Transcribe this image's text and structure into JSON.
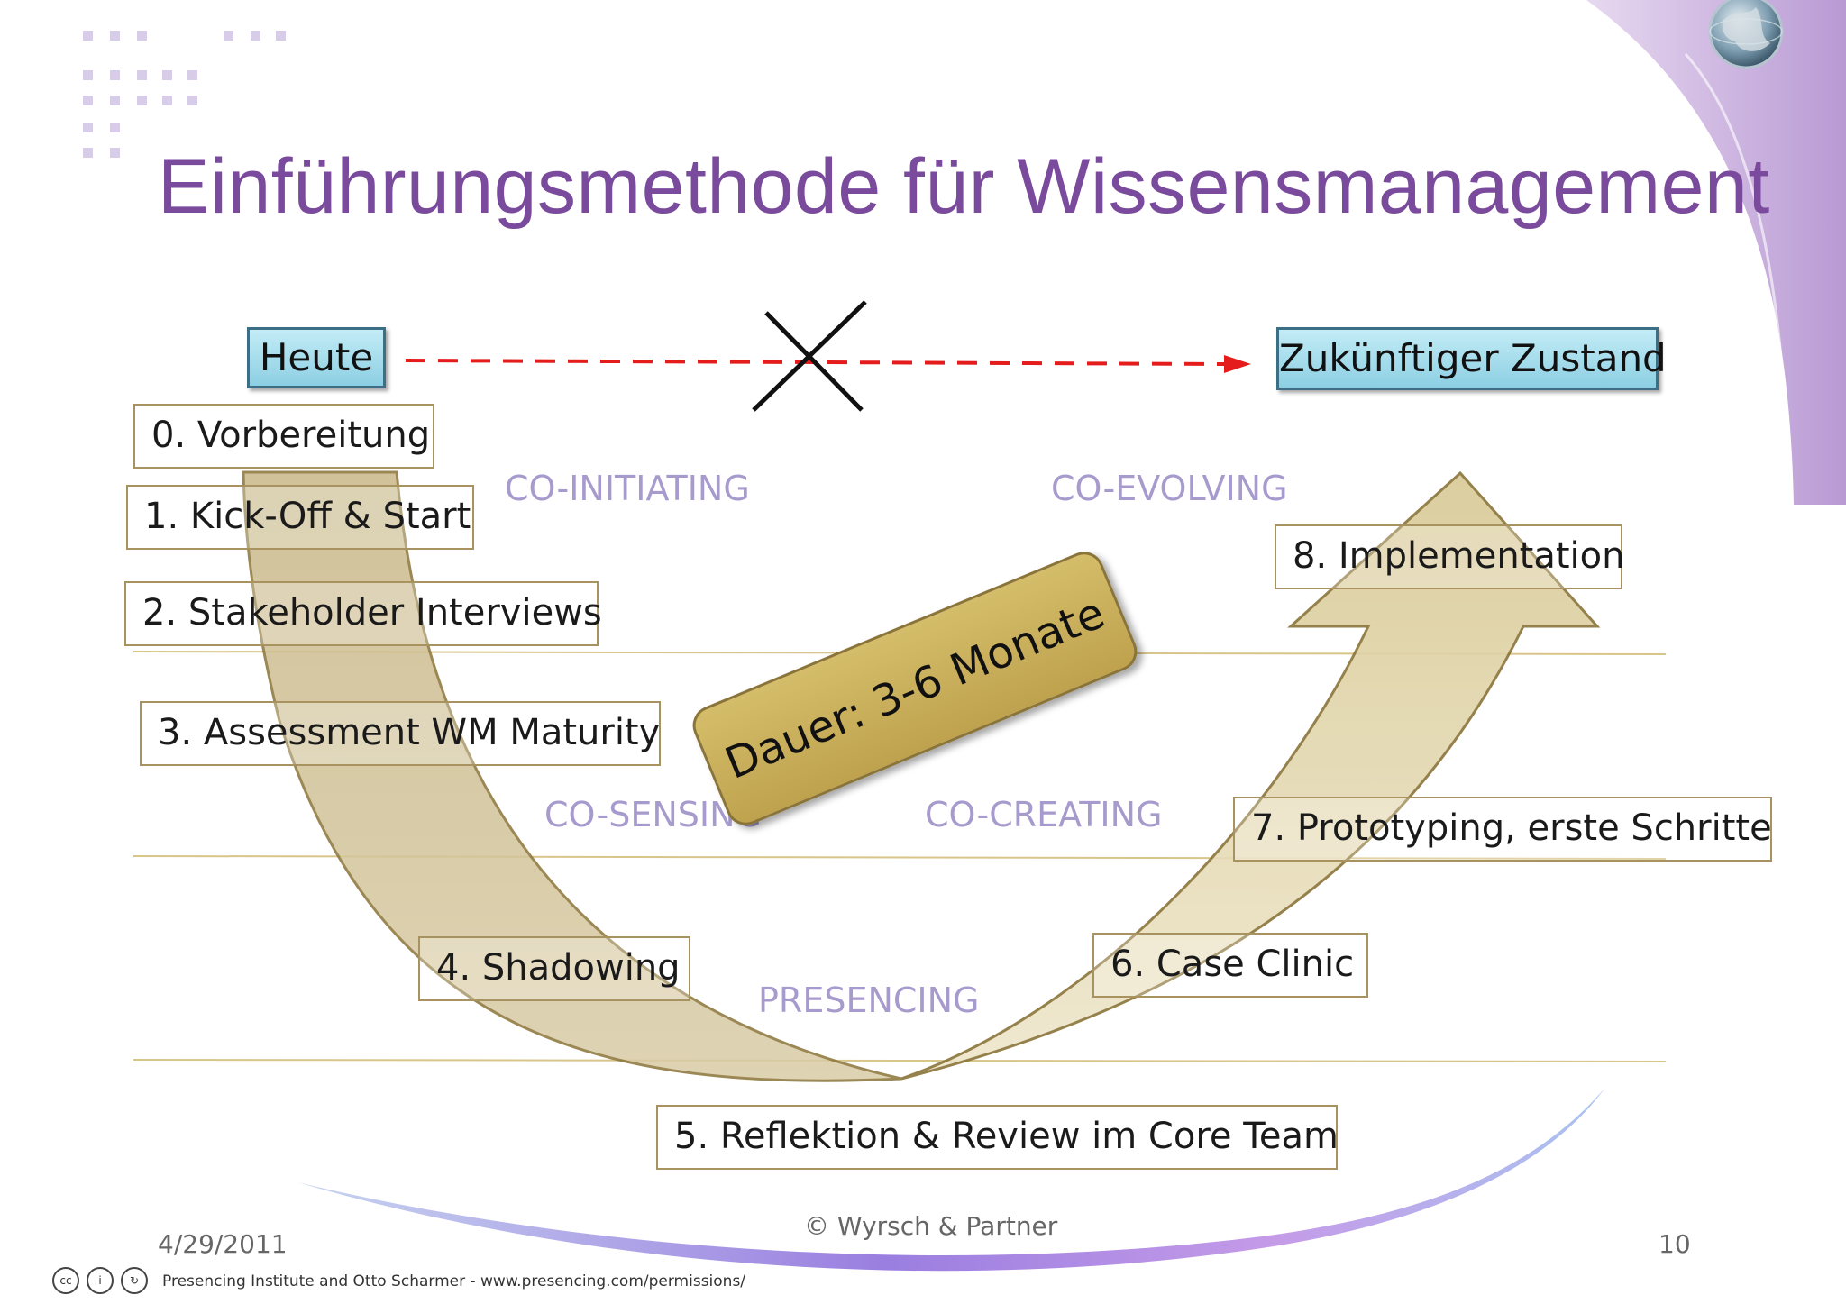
{
  "slide": {
    "title": "Einführungsmethode für Wissensmanagement",
    "current_state": "Heute",
    "future_state": "Zukünftiger Zustand",
    "duration": "Dauer: 3-6 Monate",
    "steps": [
      "0. Vorbereitung",
      "1. Kick-Off & Start",
      "2. Stakeholder Interviews",
      "3. Assessment WM Maturity",
      "4. Shadowing",
      "5. Reflektion & Review im Core Team",
      "6. Case Clinic",
      "7. Prototyping, erste Schritte",
      "8. Implementation"
    ],
    "phases": {
      "co_initiating": "CO-INITIATING",
      "co_evolving": "CO-EVOLVING",
      "co_sensing": "CO-SENSING",
      "co_creating": "CO-CREATING",
      "presencing": "PRESENCING"
    },
    "date": "4/29/2011",
    "copyright": "© Wyrsch & Partner",
    "page_number": "10",
    "license_text": "Presencing Institute and Otto Scharmer - www.presencing.com/permissions/",
    "icons": [
      "dot-grid-icon",
      "globe-icon",
      "cross-mark-icon",
      "cc-license-icons"
    ]
  },
  "colors": {
    "title": "#7a4a9c",
    "phase_labels": "#a79bcd",
    "arrow_fill": "#d6c89a",
    "arrow_stroke": "#8a7438",
    "dashed_arrow": "#e41c1c",
    "blue_box": "#8ccfe3",
    "accent_purple": "#b08fcf"
  }
}
